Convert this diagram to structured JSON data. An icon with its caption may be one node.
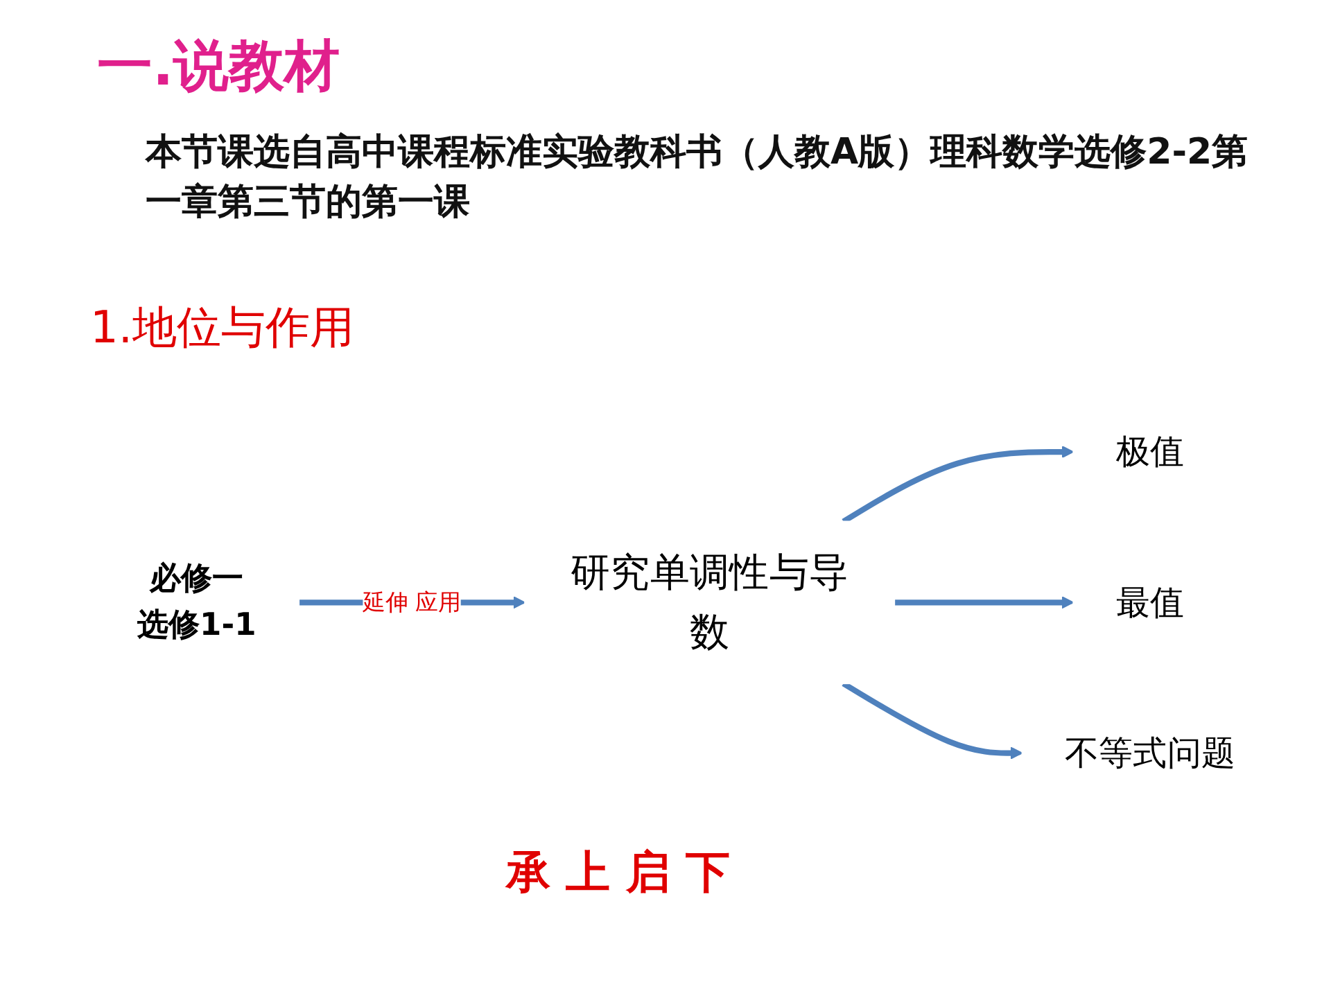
{
  "diagram": {
    "title": "一.说教材",
    "nodes": [
      {
        "text": [
          "必修一",
          "选修1-1"
        ]
      },
      {
        "text": [
          "研究单调性与导数"
        ]
      },
      {
        "text": [
          "极值"
        ]
      },
      {
        "text": [
          "最值"
        ]
      },
      {
        "text": [
          "不等式问题"
        ]
      }
    ],
    "edges": [
      {
        "from": 0,
        "to": 1,
        "arrow": "to",
        "label": "延伸 应用"
      },
      {
        "from": 1,
        "to": 2,
        "arrow": "to"
      },
      {
        "from": 1,
        "to": 3,
        "arrow": "to"
      },
      {
        "from": 1,
        "to": 4,
        "arrow": "to"
      }
    ],
    "labels": [
      "本节课选自高中课程标准实验教科书（人教A版）理科数学选修2-2第一章第三节的第一课",
      "1.地位与作用",
      "承 上 启 下"
    ]
  }
}
